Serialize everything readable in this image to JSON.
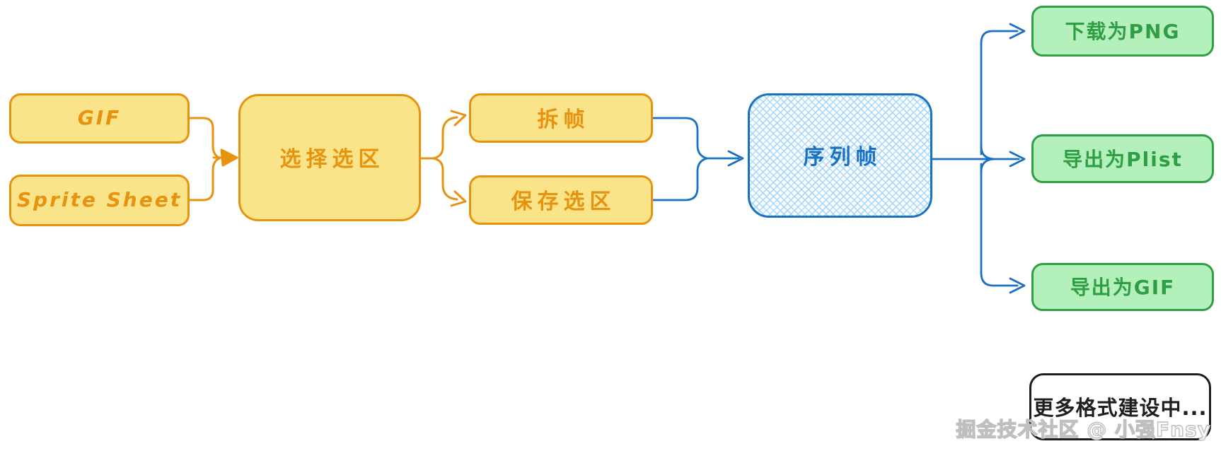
{
  "diagram": {
    "background": "#ffffff",
    "palette": {
      "yellow_fill": "#f9e489",
      "yellow_stroke": "#e8930f",
      "blue_stroke": "#1971c2",
      "blue_hatch": "#a5d8ff",
      "green_fill": "#b4f0bc",
      "green_stroke": "#2f9e44",
      "dark_stroke": "#1e1e1e"
    },
    "nodes": [
      {
        "id": "gif-input",
        "label": "GIF",
        "style": "yellow"
      },
      {
        "id": "sprite-sheet",
        "label": "Sprite Sheet",
        "style": "yellow"
      },
      {
        "id": "select-region",
        "label": "选择选区",
        "style": "yellow"
      },
      {
        "id": "split-frames",
        "label": "拆帧",
        "style": "yellow"
      },
      {
        "id": "save-region",
        "label": "保存选区",
        "style": "yellow"
      },
      {
        "id": "sequence-frames",
        "label": "序列帧",
        "style": "blue-crosshatch"
      },
      {
        "id": "download-png",
        "label": "下载为PNG",
        "style": "green"
      },
      {
        "id": "export-plist",
        "label": "导出为Plist",
        "style": "green"
      },
      {
        "id": "export-gif",
        "label": "导出为GIF",
        "style": "green"
      },
      {
        "id": "more-formats",
        "label": "更多格式建设中...",
        "style": "dark"
      }
    ],
    "edges": [
      {
        "from": "gif-input",
        "to": "select-region",
        "color": "#e8930f"
      },
      {
        "from": "sprite-sheet",
        "to": "select-region",
        "color": "#e8930f"
      },
      {
        "from": "select-region",
        "to": "split-frames",
        "color": "#e8930f"
      },
      {
        "from": "select-region",
        "to": "save-region",
        "color": "#e8930f"
      },
      {
        "from": "split-frames",
        "to": "sequence-frames",
        "color": "#1971c2"
      },
      {
        "from": "save-region",
        "to": "sequence-frames",
        "color": "#1971c2"
      },
      {
        "from": "sequence-frames",
        "to": "download-png",
        "color": "#1971c2"
      },
      {
        "from": "sequence-frames",
        "to": "export-plist",
        "color": "#1971c2"
      },
      {
        "from": "sequence-frames",
        "to": "export-gif",
        "color": "#1971c2"
      }
    ],
    "watermark": "掘金技术社区 @ 小强Fnsy"
  }
}
